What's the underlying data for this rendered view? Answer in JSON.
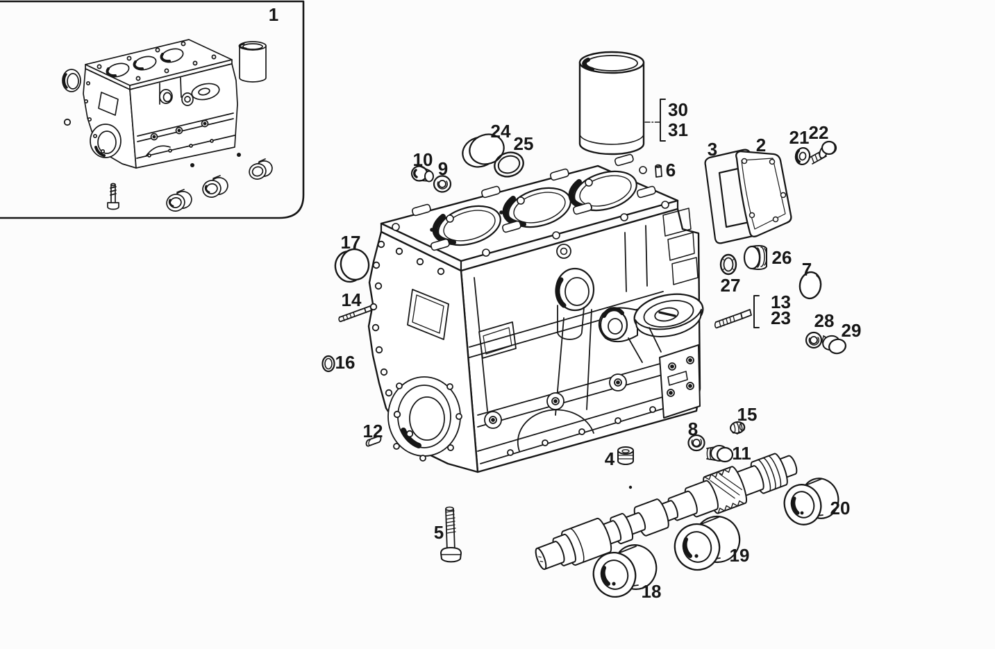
{
  "figure": {
    "type": "exploded-parts-diagram",
    "subject": "engine cylinder block and camshaft components",
    "background_color": "#fcfcfc",
    "line_color": "#161616",
    "callouts": [
      "1",
      "2",
      "3",
      "4",
      "5",
      "6",
      "7",
      "8",
      "9",
      "10",
      "11",
      "12",
      "13",
      "14",
      "15",
      "16",
      "17",
      "18",
      "19",
      "20",
      "21",
      "22",
      "23",
      "24",
      "25",
      "26",
      "27",
      "28",
      "29",
      "30",
      "31"
    ]
  }
}
